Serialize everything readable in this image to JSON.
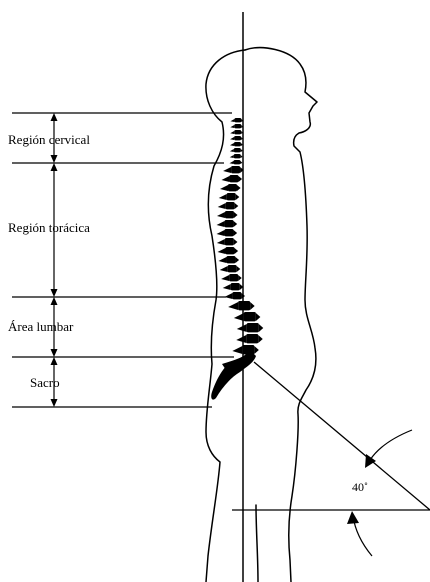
{
  "regions": [
    {
      "key": "cervical",
      "label": "Región cervical"
    },
    {
      "key": "thoracic",
      "label": "Región torácica"
    },
    {
      "key": "lumbar",
      "label": "Área lumbar"
    },
    {
      "key": "sacrum",
      "label": "Sacro"
    }
  ],
  "pelvic_angle": {
    "label": "40˚",
    "value_degrees": 40
  },
  "colors": {
    "ink": "#000000",
    "background": "#ffffff"
  }
}
